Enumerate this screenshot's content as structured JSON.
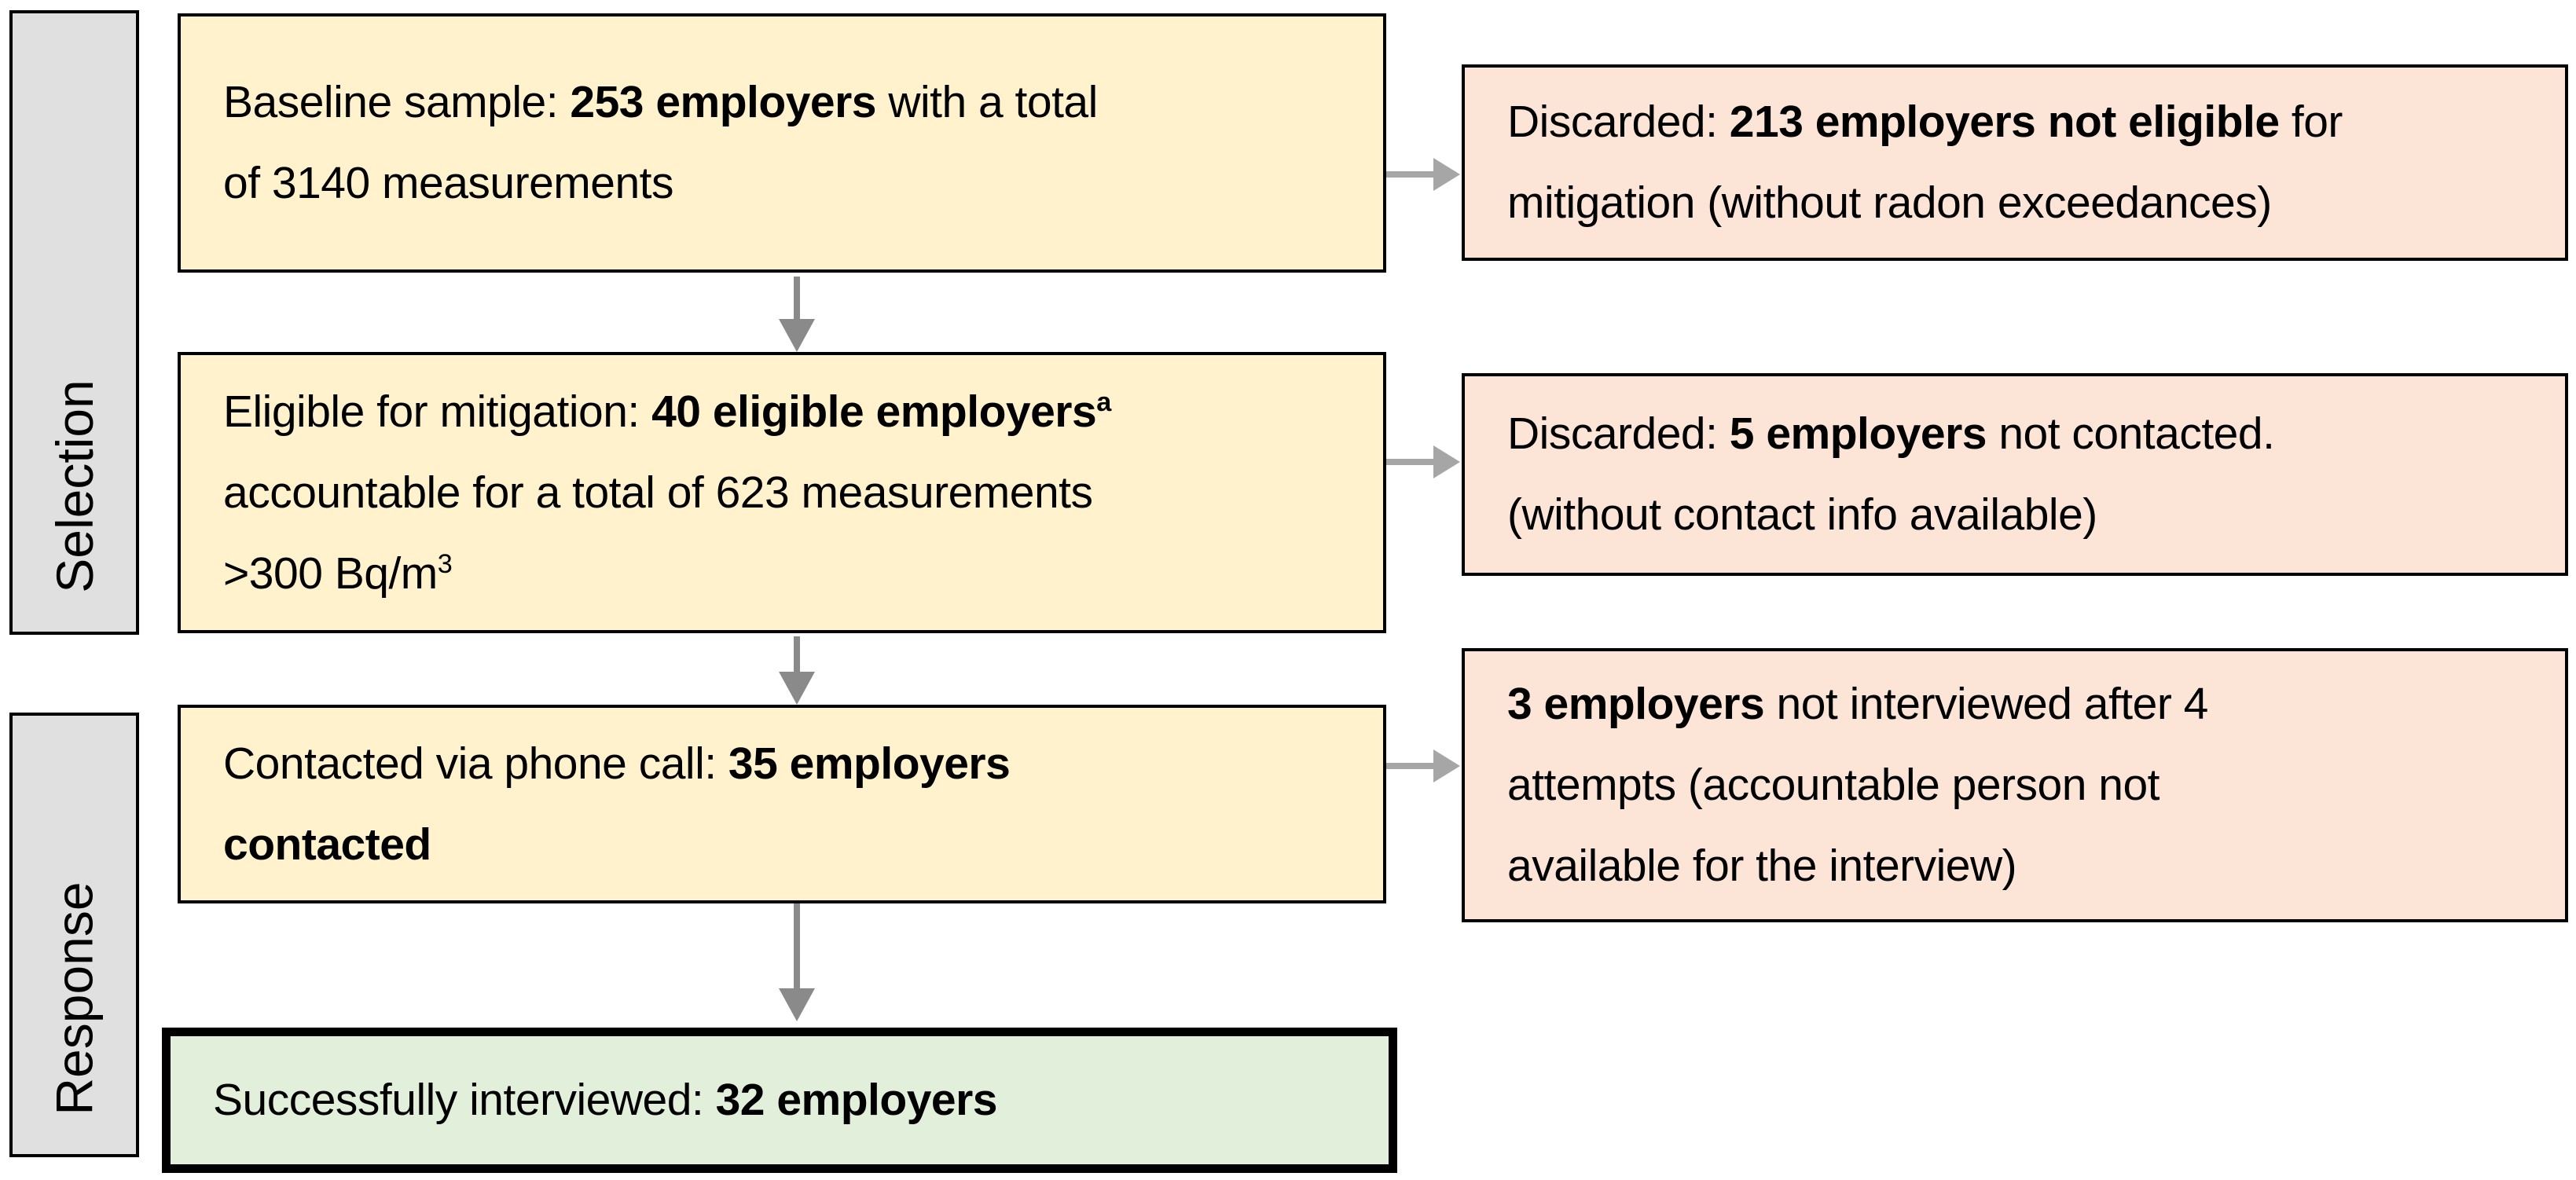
{
  "colors": {
    "canvas-bg": "#FFFFFF",
    "process-fill": "#FFF2CC",
    "discard-fill": "#FCE4D6",
    "final-fill": "#E2EFDA",
    "stage-fill": "#E0E0E0",
    "box-border": "#000000",
    "varrow-color": "#8A8A8A",
    "harrow-color": "#A6A6A6"
  },
  "stages": {
    "selection": "Selection",
    "response": "Response"
  },
  "boxes": {
    "baseline": {
      "segments": [
        {
          "text": "Baseline sample: "
        },
        {
          "text": "253 employers",
          "bold": true
        },
        {
          "text": " with a total\nof 3140 measurements"
        }
      ]
    },
    "not_eligible": {
      "segments": [
        {
          "text": "Discarded: "
        },
        {
          "text": "213 employers not eligible",
          "bold": true
        },
        {
          "text": " for\nmitigation (without radon exceedances)"
        }
      ]
    },
    "eligible": {
      "segments": [
        {
          "text": "Eligible for mitigation: "
        },
        {
          "text": "40 eligible employers",
          "bold": true
        },
        {
          "text": "a",
          "bold": true,
          "sup": true
        },
        {
          "text": "\naccountable for a total of 623 measurements\n>300 Bq/m"
        },
        {
          "text": "3",
          "sup": true
        }
      ]
    },
    "not_contacted": {
      "segments": [
        {
          "text": "Discarded: "
        },
        {
          "text": "5 employers",
          "bold": true
        },
        {
          "text": " not contacted.\n(without contact info available)"
        }
      ]
    },
    "contacted": {
      "segments": [
        {
          "text": "Contacted via phone call: "
        },
        {
          "text": "35 employers\ncontacted",
          "bold": true
        }
      ]
    },
    "not_interviewed": {
      "segments": [
        {
          "text": "3 employers",
          "bold": true
        },
        {
          "text": " not interviewed after 4\nattempts (accountable person not\navailable for the interview)"
        }
      ]
    },
    "interviewed": {
      "segments": [
        {
          "text": "Successfully interviewed: "
        },
        {
          "text": "32 employers",
          "bold": true
        }
      ]
    }
  }
}
